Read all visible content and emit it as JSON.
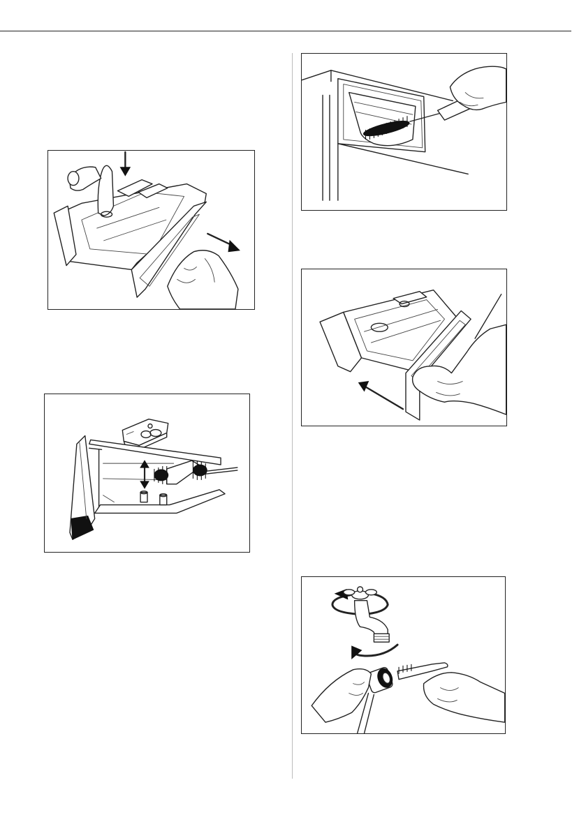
{
  "page": {
    "figures": [
      {
        "id": "press-release-lever",
        "icon": "hand-pressing-release-lever-icon"
      },
      {
        "id": "brush-dispenser-recess",
        "icon": "brush-cleaning-recess-icon"
      },
      {
        "id": "clean-siphon-cap",
        "icon": "brush-cleaning-siphon-icon"
      },
      {
        "id": "reinsert-drawer",
        "icon": "hand-pushing-drawer-icon"
      },
      {
        "id": "clean-inlet-hose-filter",
        "icon": "tap-and-hose-filter-icon"
      }
    ]
  }
}
